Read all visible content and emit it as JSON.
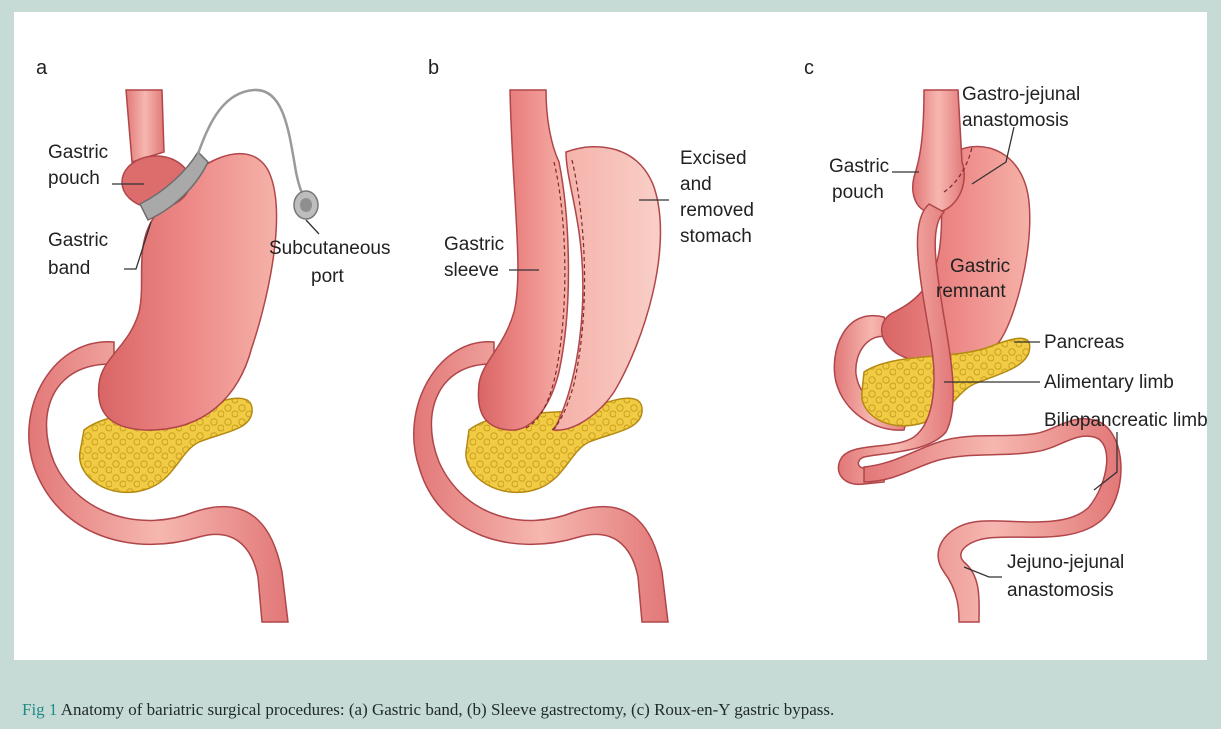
{
  "panels": [
    {
      "letter": "a",
      "labels": {
        "gastric_pouch": [
          "Gastric",
          "pouch"
        ],
        "gastric_band": [
          "Gastric",
          "band"
        ],
        "subcutaneous_port": [
          "Subcutaneous",
          "port"
        ]
      }
    },
    {
      "letter": "b",
      "labels": {
        "gastric_sleeve": [
          "Gastric",
          "sleeve"
        ],
        "excised_stomach": [
          "Excised",
          "and",
          "removed",
          "stomach"
        ]
      }
    },
    {
      "letter": "c",
      "labels": {
        "gastro_jejunal": [
          "Gastro-jejunal",
          "anastomosis"
        ],
        "gastric_pouch": [
          "Gastric",
          "pouch"
        ],
        "gastric_remnant": [
          "Gastric",
          "remnant"
        ],
        "pancreas": "Pancreas",
        "alimentary_limb": "Alimentary limb",
        "biliopancreatic_limb": "Biliopancreatic limb",
        "jejuno_jejunal": [
          "Jejuno-jejunal",
          "anastomosis"
        ]
      }
    }
  ],
  "caption": {
    "fig_label": "Fig 1",
    "text": " Anatomy of bariatric surgical procedures: (a) Gastric band, (b) Sleeve gastrectomy, (c) Roux-en-Y gastric bypass."
  },
  "colors": {
    "stomach_fill": "#e98282",
    "stomach_dark": "#cf5c5c",
    "stomach_light": "#f4b3ab",
    "outline": "#b0464a",
    "pancreas_fill": "#f2cb45",
    "pancreas_outline": "#b48a12",
    "band": "#a9a9a9",
    "frame_bg": "#c7dbd6",
    "caption_accent": "#1f8a86"
  }
}
